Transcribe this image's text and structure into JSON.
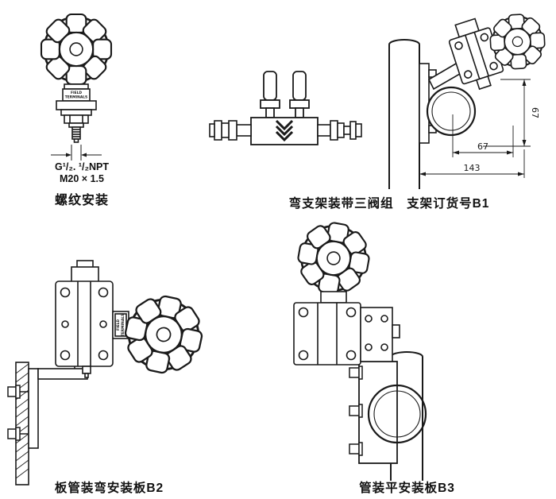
{
  "page": {
    "background": "#ffffff",
    "line_color": "#1a1a1a"
  },
  "common": {
    "device_label_line1": "FIELD",
    "device_label_line2": "TERMINALS"
  },
  "figures": {
    "threaded": {
      "spec_line1": "G¹/₂. ¹/₂NPT",
      "spec_line2": "M20 × 1.5",
      "caption": "螺纹安装"
    },
    "bracket_b1": {
      "caption": "弯支架装带三阀组　支架订货号B1",
      "dim_height_mm": "67",
      "dim_width_mm": "67",
      "dim_total_mm": "143"
    },
    "plate_b2": {
      "caption": "板管装弯安装板B2"
    },
    "plate_b3": {
      "caption": "管装平安装板B3"
    }
  }
}
